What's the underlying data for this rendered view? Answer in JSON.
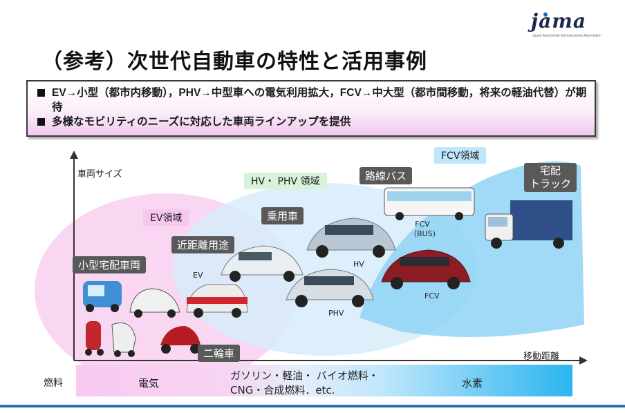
{
  "logo": {
    "text": "jama",
    "subtitle": "Japan Automobile Manufacturers Association"
  },
  "title": "（参考）次世代自動車の特性と活用事例",
  "summary": {
    "bullets": [
      "EV→小型（都市内移動），PHV→中型車への電気利用拡大，FCV→中大型（都市間移動，将来の軽油代替）が期待",
      "多様なモビリティのニーズに対応した車両ラインアップを提供"
    ]
  },
  "axes": {
    "y_label": "車両サイズ",
    "x_label": "移動距離"
  },
  "regions": {
    "ev": "EV領域",
    "hv_phv": "HV・ PHV 領域",
    "fcv": "FCV領域"
  },
  "categories": {
    "small_delivery": "小型宅配車両",
    "short_distance": "近距離用途",
    "passenger": "乗用車",
    "bus_route": "路線バス",
    "delivery_truck": "宅配\nトラック",
    "two_wheel": "二輪車"
  },
  "vehicle_labels": {
    "ev": "EV",
    "hv": "HV",
    "phv": "PHV",
    "fcv": "FCV",
    "fcv_bus": "FCV\n（BUS)"
  },
  "fuel": {
    "title": "燃料",
    "electric": "電気",
    "mixed_line1": "ガソリン・軽油・ バイオ燃料・",
    "mixed_line2": "CNG・合成燃料．etc.",
    "hydrogen": "水素"
  },
  "colors": {
    "ev_region": "#f7c8ee",
    "hv_region": "#cfe9f8",
    "fcv_region": "#8fd2f3",
    "label_bg": "#595959",
    "accent_line": "#2a6fb6"
  }
}
